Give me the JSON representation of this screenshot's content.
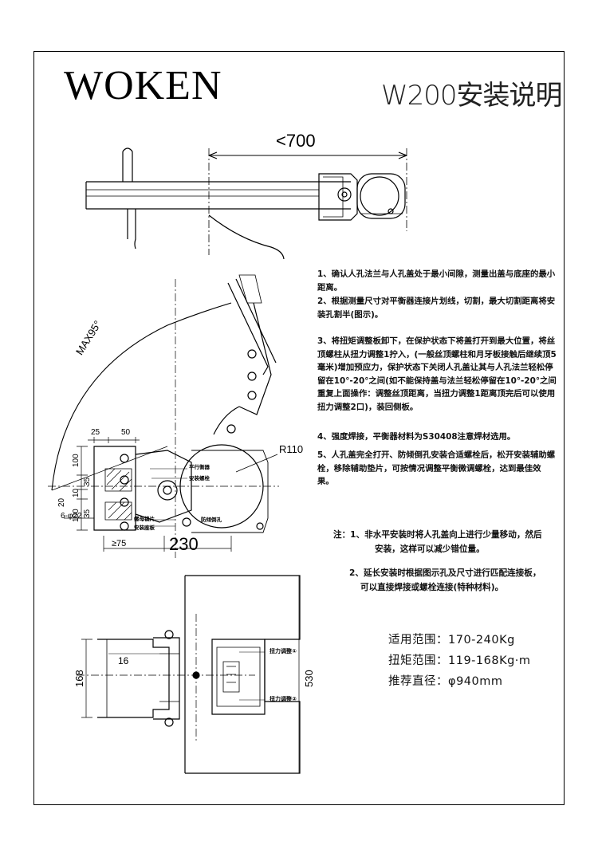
{
  "header": {
    "brand": "WOKEN",
    "title": "W200安装说明"
  },
  "dimensions": {
    "top_span": "<700",
    "angle": "MAX95°",
    "radius": "R110",
    "d25": "25",
    "d50": "50",
    "d100a": "100",
    "d35a": "35",
    "d20": "20",
    "d10": "10",
    "d100b": "100",
    "d35b": "35",
    "holes": "6-φ22",
    "d75": "≥75",
    "d230": "230",
    "d168": "168",
    "d16": "16",
    "d530": "530"
  },
  "part_labels": {
    "upper1": "平行衡器",
    "upper2": "安装螺栓",
    "lower1": "螺母锁片",
    "lower2": "安装座板",
    "lower3": "防倾倒孔",
    "bottom1": "扭力调整①",
    "bottom2": "扭力调整②"
  },
  "instructions": [
    "1、确认人孔法兰与人孔盖处于最小间隙，测量出盖与底座的最小距离。",
    "2、根据测量尺寸对平衡器连接片划线，切割，最大切割距离将安装孔割半(图示)。",
    "3、将扭矩调整板卸下，在保护状态下将盖打开到最大位置，将丝顶螺柱从扭力调整1拧入，(一般丝顶螺柱和月牙板接触后继续顶5毫米)增加预应力，保护状态下关闭人孔盖让其与人孔法兰轻松停留在10°-20°之间(如不能保持盖与法兰轻松停留在10°-20°之间重复上面操作：调整丝顶距离，当扭力调整1距离顶完后可以使用扭力调整2口)，装回侧板。",
    "4、强度焊接，平衡器材料为S30408注意焊材选用。",
    "5、人孔盖完全打开、防倾倒孔安装合适螺栓后，松开安装辅助螺栓，移除辅助垫片，可按情况调整平衡微调螺栓，达到最佳效果。"
  ],
  "notes": [
    "注：1、非水平安装时将人孔盖向上进行少量移动，然后",
    "安装，这样可以减少错位量。",
    "2、延长安装时根据图示孔及尺寸进行匹配连接板，",
    "可以直接焊接或螺栓连接(特种材料)。"
  ],
  "specs": [
    "适用范围：170-240Kg",
    "扭矩范围：119-168Kg·m",
    "推荐直径：φ940mm"
  ]
}
